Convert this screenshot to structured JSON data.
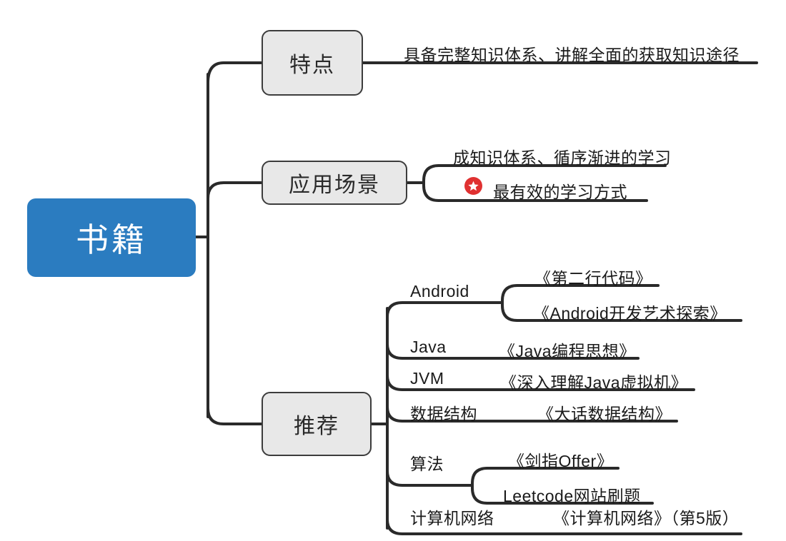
{
  "diagram": {
    "type": "mind-map",
    "title": "书籍",
    "colors": {
      "root_fill": "#2B7CC0",
      "root_text": "#FFFFFF",
      "branch_fill": "#E8E8E8",
      "branch_border": "#3C3C3C",
      "line": "#2A2A2A",
      "text": "#1A1A1A",
      "badge": "#E03131"
    },
    "root": {
      "label": "书籍"
    },
    "branches": [
      {
        "id": "features",
        "label": "特点",
        "leaves": [
          {
            "text": "具备完整知识体系、讲解全面的获取知识途径"
          }
        ]
      },
      {
        "id": "scenarios",
        "label": "应用场景",
        "leaves": [
          {
            "text": "成知识体系、循序渐进的学习"
          },
          {
            "text": "最有效的学习方式",
            "badge": "star-badge"
          }
        ]
      },
      {
        "id": "recommend",
        "label": "推荐",
        "groups": [
          {
            "label": "Android",
            "items": [
              "《第二行代码》",
              "《Android开发艺术探索》"
            ]
          },
          {
            "label": "Java",
            "items": [
              "《Java编程思想》"
            ]
          },
          {
            "label": "JVM",
            "items": [
              "《深入理解Java虚拟机》"
            ]
          },
          {
            "label": "数据结构",
            "items": [
              "《大话数据结构》"
            ]
          },
          {
            "label": "算法",
            "items": [
              "《剑指Offer》",
              "Leetcode网站刷题"
            ]
          },
          {
            "label": "计算机网络",
            "items": [
              "《计算机网络》（第5版）"
            ]
          }
        ]
      }
    ]
  }
}
